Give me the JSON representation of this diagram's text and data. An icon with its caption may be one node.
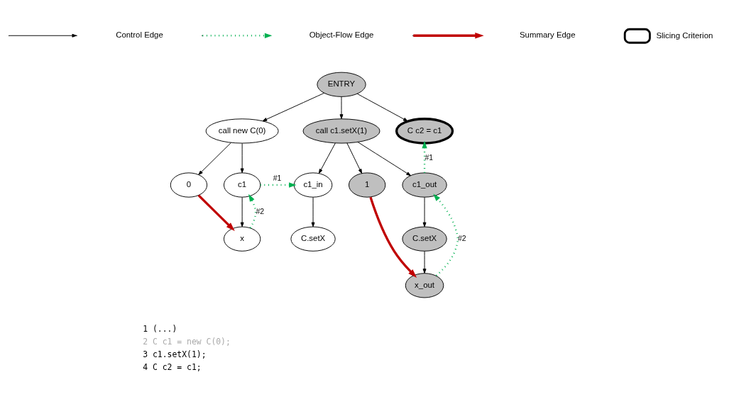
{
  "diagram": {
    "nodes": [
      {
        "text": [
          "ENTRY"
        ]
      },
      {
        "text": [
          "call new C(0)"
        ]
      },
      {
        "text": [
          "call c1.setX(1)"
        ]
      },
      {
        "text": [
          "C c2 = c1"
        ]
      },
      {
        "text": [
          "0"
        ]
      },
      {
        "text": [
          "c1"
        ]
      },
      {
        "text": [
          "x"
        ]
      },
      {
        "text": [
          "c1_in"
        ]
      },
      {
        "text": [
          "C.setX"
        ]
      },
      {
        "text": [
          "1"
        ]
      },
      {
        "text": [
          "c1_out"
        ]
      },
      {
        "text": [
          "C.setX"
        ]
      },
      {
        "text": [
          "x_out"
        ]
      }
    ],
    "edges": [
      {
        "from": 0,
        "to": 1,
        "arrow": "to"
      },
      {
        "from": 0,
        "to": 2,
        "arrow": "to"
      },
      {
        "from": 0,
        "to": 3,
        "arrow": "to"
      },
      {
        "from": 1,
        "to": 4,
        "arrow": "to"
      },
      {
        "from": 1,
        "to": 5,
        "arrow": "to"
      },
      {
        "from": 5,
        "to": 6,
        "arrow": "to"
      },
      {
        "from": 2,
        "to": 7,
        "arrow": "to"
      },
      {
        "from": 2,
        "to": 9,
        "arrow": "to"
      },
      {
        "from": 2,
        "to": 10,
        "arrow": "to"
      },
      {
        "from": 7,
        "to": 8,
        "arrow": "to"
      },
      {
        "from": 10,
        "to": 11,
        "arrow": "to"
      },
      {
        "from": 11,
        "to": 12,
        "arrow": "to"
      },
      {
        "from": 4,
        "to": 6,
        "arrow": "to",
        "style": "thick",
        "color": "#c00000"
      },
      {
        "from": 9,
        "to": 12,
        "arrow": "to",
        "style": "thick",
        "color": "#c00000"
      },
      {
        "from": 6,
        "to": 5,
        "arrow": "to",
        "label": "#2",
        "style": "dashed",
        "color": "#00b050"
      },
      {
        "from": 5,
        "to": 7,
        "arrow": "to",
        "label": "#1",
        "style": "dashed",
        "color": "#00b050"
      },
      {
        "from": 12,
        "to": 10,
        "arrow": "to",
        "label": "#2",
        "style": "dashed",
        "color": "#00b050"
      },
      {
        "from": 10,
        "to": 3,
        "arrow": "to",
        "label": "#1",
        "style": "dashed",
        "color": "#00b050"
      }
    ],
    "labels": [
      "1 (...)",
      "2 C c1 = new C(0);",
      "3 c1.setX(1);",
      "4 C c2 = c1;"
    ],
    "legend": [
      {
        "text": "Control Edge"
      },
      {
        "text": "Object-Flow Edge"
      },
      {
        "text": "Summary Edge"
      },
      {
        "text": "Slicing Criterion"
      }
    ]
  }
}
